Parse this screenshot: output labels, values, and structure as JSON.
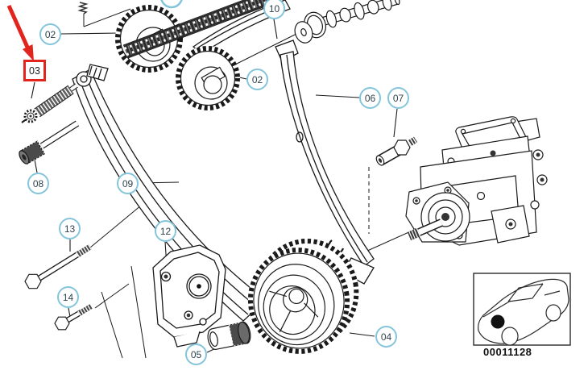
{
  "diagram": {
    "type": "parts-exploded-diagram",
    "subject": "timing-chain-and-injection-pump",
    "reference_code": "00011128",
    "highlighted_part": "03",
    "callouts": {
      "c02a": {
        "label": "02"
      },
      "c03": {
        "label": "03"
      },
      "c10": {
        "label": "10"
      },
      "c02b": {
        "label": "02"
      },
      "c06": {
        "label": "06"
      },
      "c07": {
        "label": "07"
      },
      "c08": {
        "label": "08"
      },
      "c09": {
        "label": "09"
      },
      "c13": {
        "label": "13"
      },
      "c12": {
        "label": "12"
      },
      "c14": {
        "label": "14"
      },
      "c05": {
        "label": "05"
      },
      "c04": {
        "label": "04"
      }
    },
    "colors": {
      "callout_border": "#84c5db",
      "callout_text": "#30434d",
      "highlight_red": "#e2241d",
      "line": "#1a1a1a",
      "background": "#ffffff"
    }
  }
}
